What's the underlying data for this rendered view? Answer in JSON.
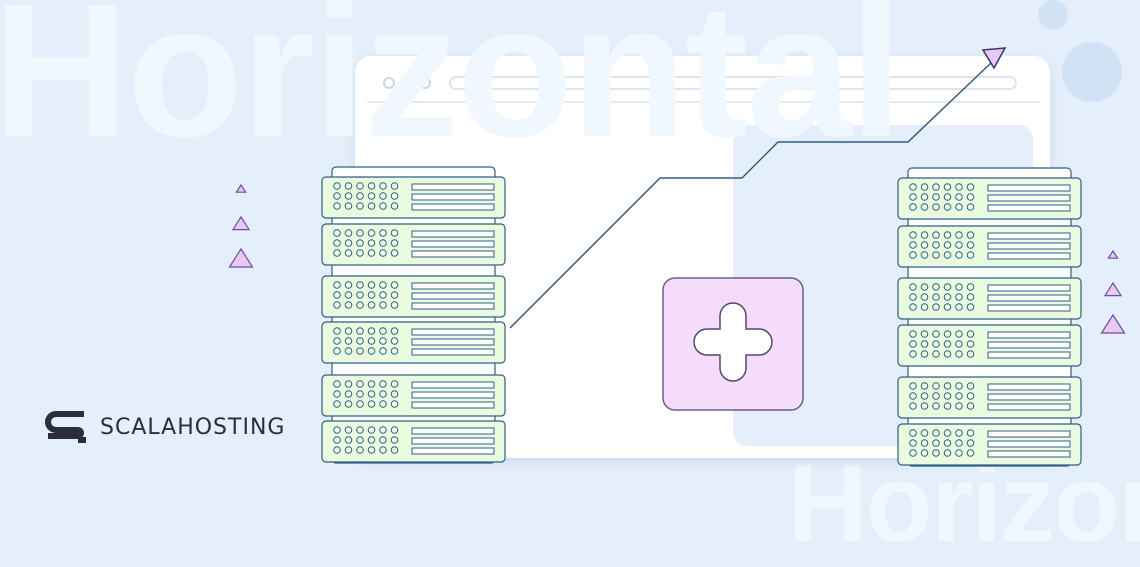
{
  "background_text": {
    "top": "Horizontal",
    "bottom": "Horizon"
  },
  "brand": {
    "name": "SCALAHOSTING",
    "logo_icon": "scalahosting-s-logo-icon"
  },
  "colors": {
    "background": "#e4effb",
    "server_unit_fill": "#eafbe0",
    "outline": "#2f5f86",
    "plus_tile_fill": "#f6dcfb",
    "triangle_fill": "#e8c9f5",
    "triangle_stroke": "#6c4f9e"
  },
  "illustration": {
    "left_rack_units": 6,
    "right_rack_units": 6,
    "center_icon": "plus-icon",
    "trend": "growth-arrow-icon"
  }
}
